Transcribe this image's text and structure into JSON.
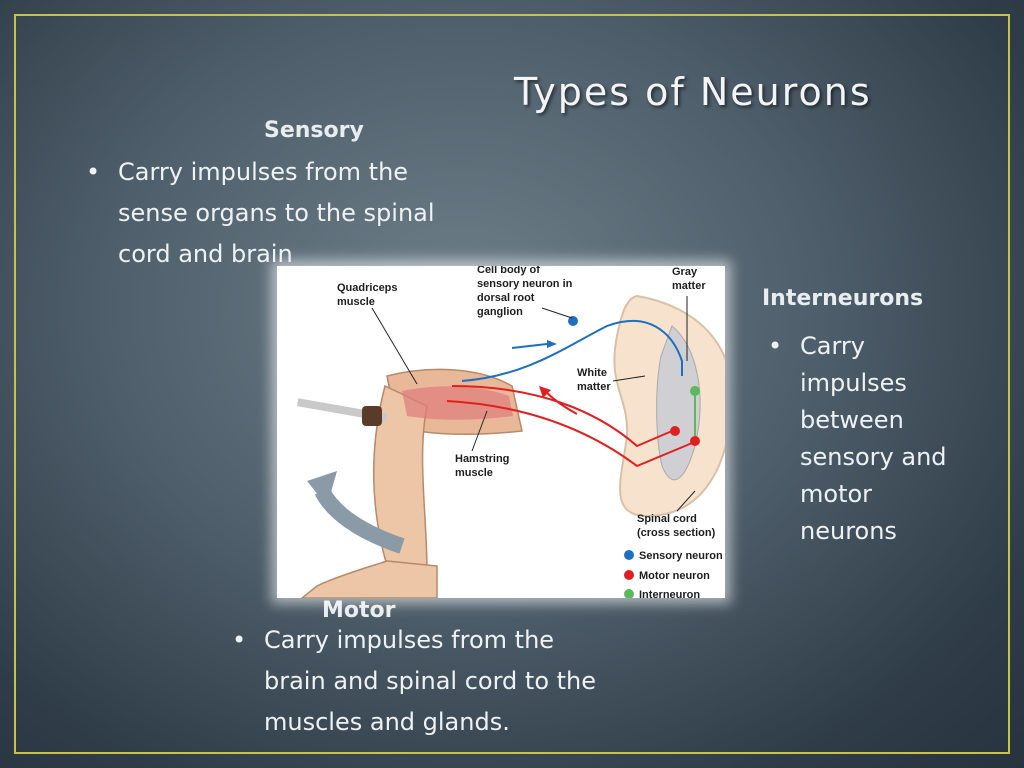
{
  "slide": {
    "title": "Types of Neurons",
    "colors": {
      "border": "#c8c24a",
      "background": "#4e5e6a",
      "sensory": "#1f6fc0",
      "motor": "#e02020",
      "interneuron": "#5cb85c"
    }
  },
  "sensory": {
    "heading": "Sensory",
    "bullet": "Carry impulses from the sense organs to the spinal cord and brain",
    "bullet_lines": [
      "Carry impulses from the",
      "sense organs to the spinal",
      "cord and brain"
    ]
  },
  "interneurons": {
    "heading": "Interneurons",
    "bullet_lines": [
      "Carry",
      "impulses",
      "between",
      "sensory and",
      "motor",
      "neurons"
    ]
  },
  "motor": {
    "heading": "Motor",
    "bullet_lines": [
      "Carry impulses from the",
      "brain and spinal cord to the",
      "muscles and glands."
    ]
  },
  "figure": {
    "labels": {
      "quadriceps": [
        "Quadriceps",
        "muscle"
      ],
      "cell_body": [
        "Cell body of",
        "sensory neuron in",
        "dorsal root",
        "ganglion"
      ],
      "gray_matter": [
        "Gray",
        "matter"
      ],
      "white_matter": [
        "White",
        "matter"
      ],
      "hamstring": [
        "Hamstring",
        "muscle"
      ],
      "spinal_cord": [
        "Spinal cord",
        "(cross section)"
      ]
    },
    "legend": [
      "Sensory neuron",
      "Motor neuron",
      "Interneuron"
    ]
  },
  "bullet_char": "•"
}
